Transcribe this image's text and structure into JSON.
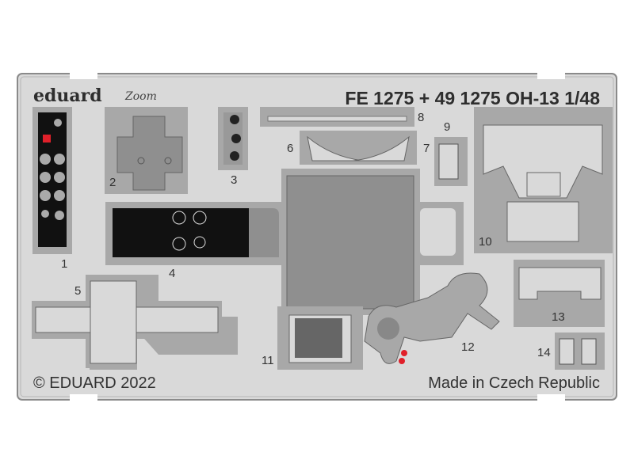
{
  "header": {
    "brand": "eduard",
    "zoom_logo": "Zoom",
    "title": "FE 1275 + 49 1275  OH-13  1/48"
  },
  "parts": {
    "labels": [
      "1",
      "2",
      "3",
      "4",
      "5",
      "6",
      "7",
      "8",
      "9",
      "10",
      "11",
      "12",
      "13",
      "14"
    ]
  },
  "footer": {
    "copyright": "© EDUARD 2022",
    "origin": "Made in Czech Republic"
  },
  "colors": {
    "fret": "#d9d9d9",
    "frame": "#a8a8a8",
    "part": "#8f8f8f",
    "panel": "#111111",
    "red": "#e0202a"
  }
}
